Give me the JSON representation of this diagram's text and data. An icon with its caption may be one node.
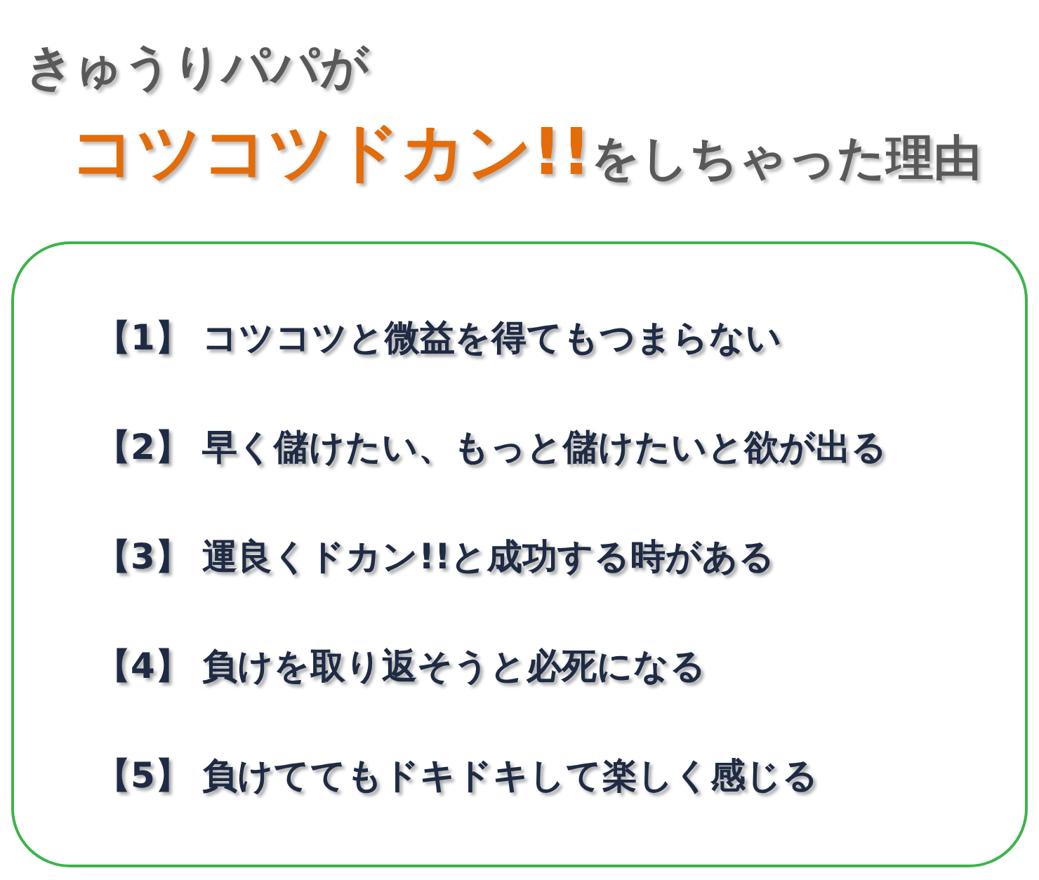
{
  "diagram": {
    "title": "きゅうりパパが**コツコツドカン!!**をしちゃった理由",
    "nodes": [
      {
        "text": [
          "【1】 コツコツと微益を得てもつまらない",
          "【2】 早く儲けたい、もっと儲けたいと欲が出る",
          "【3】 運良くドカン!!と成功する時がある",
          "【4】 負けを取り返そうと必死になる",
          "【5】 負けててもドキドキして楽しく感じる"
        ]
      }
    ]
  }
}
